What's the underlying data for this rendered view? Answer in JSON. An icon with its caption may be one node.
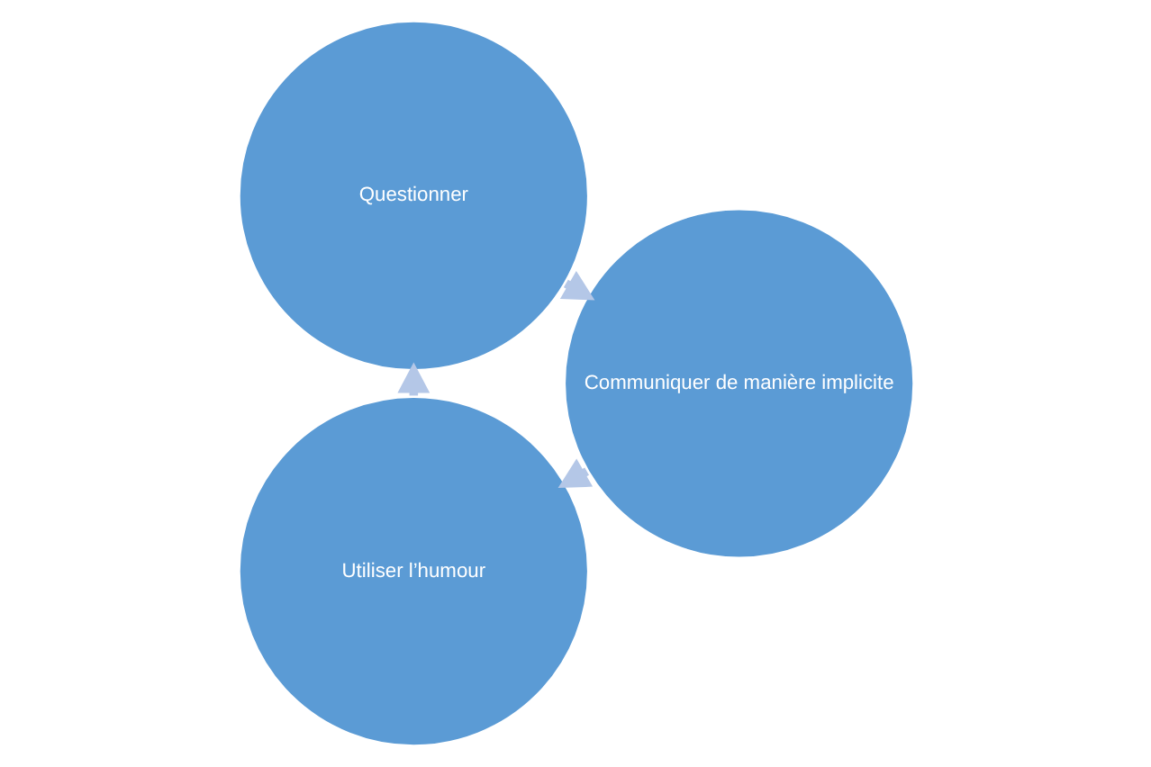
{
  "diagram": {
    "nodes": [
      {
        "text": [
          "Utiliser l’humour"
        ]
      },
      {
        "text": [
          "Questionner"
        ]
      },
      {
        "text": [
          "Communiquer de manière implicite"
        ]
      }
    ],
    "edges": [
      {
        "from": 0,
        "to": 1,
        "arrow": "to"
      },
      {
        "from": 1,
        "to": 2,
        "arrow": "to"
      },
      {
        "from": 2,
        "to": 0,
        "arrow": "to"
      }
    ]
  }
}
